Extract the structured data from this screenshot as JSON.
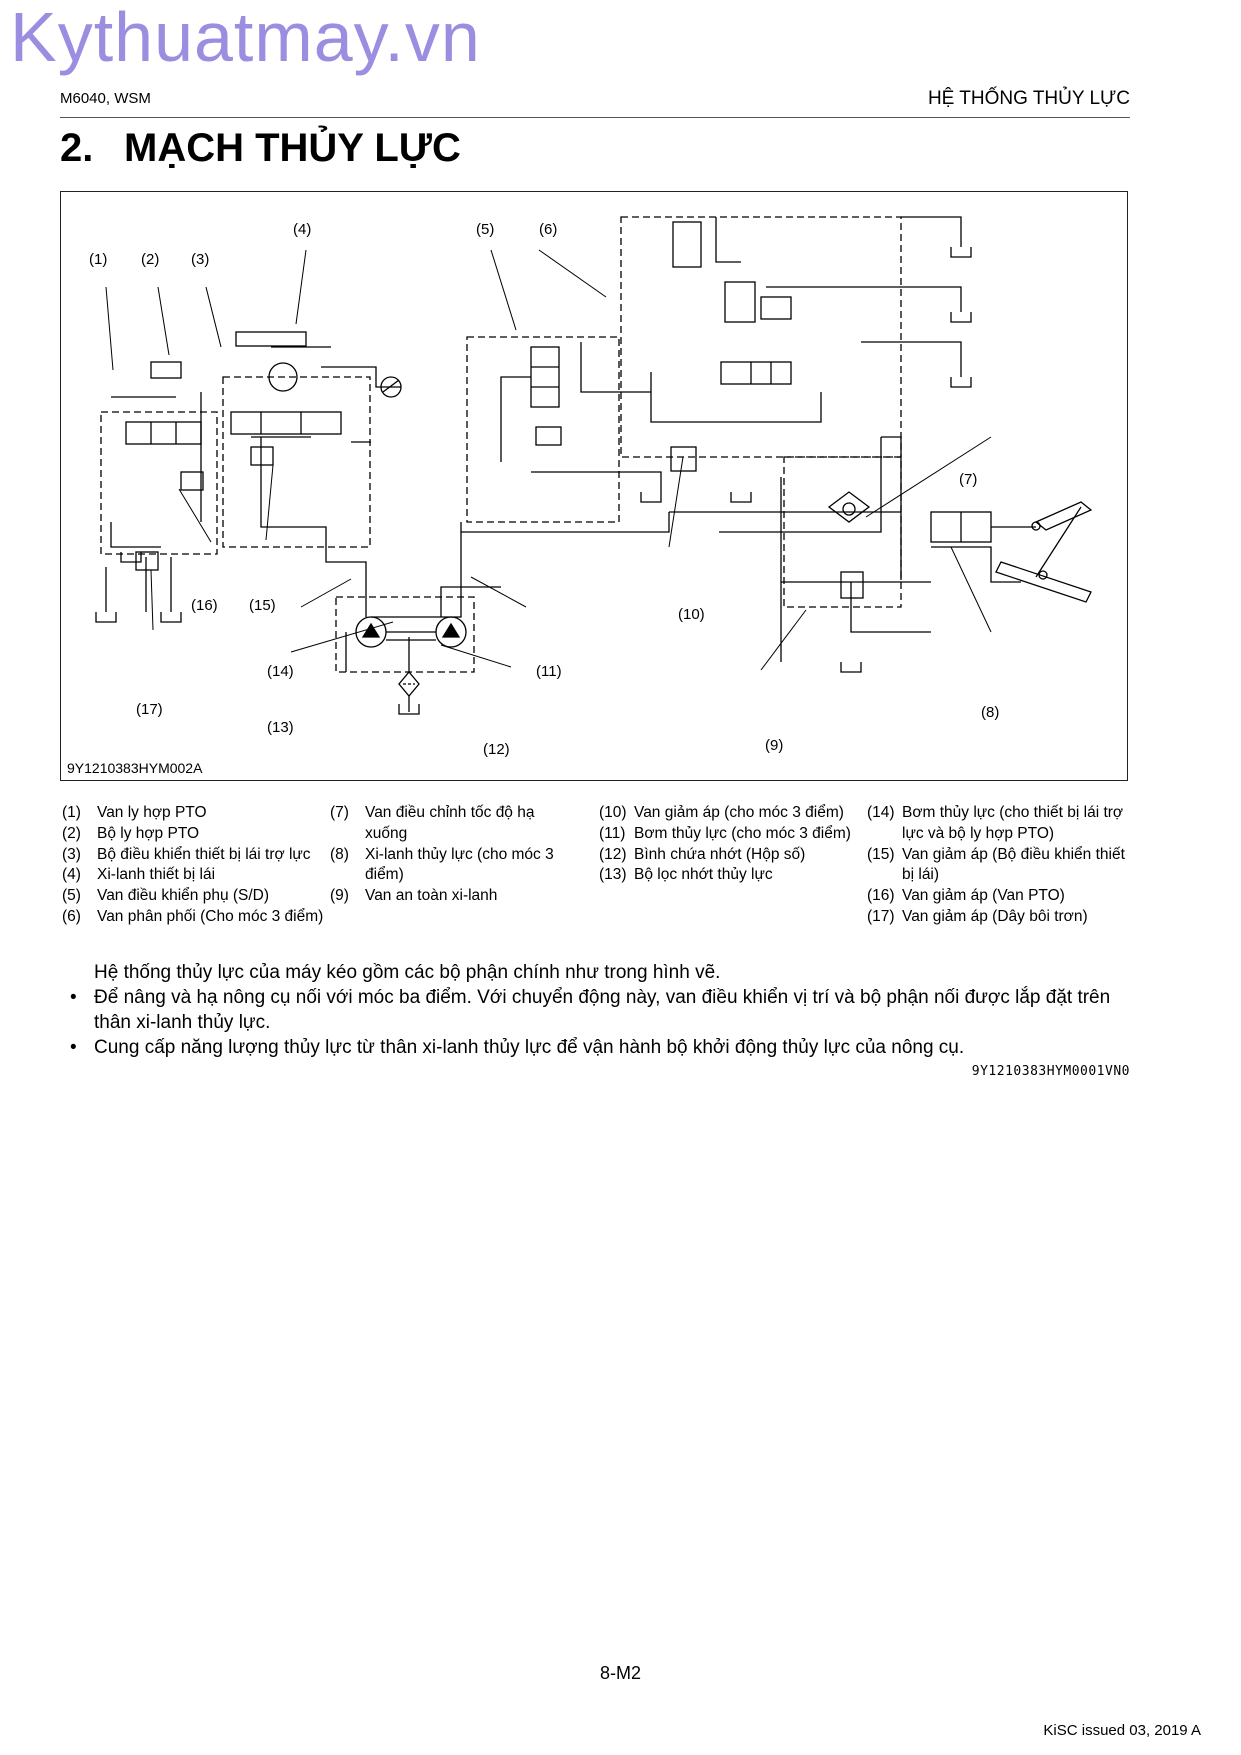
{
  "watermark": "Kythuatmay.vn",
  "header": {
    "model": "M6040, WSM",
    "section": "HỆ THỐNG THỦY LỰC"
  },
  "title": {
    "number": "2.",
    "text": "MẠCH THỦY LỰC"
  },
  "figure": {
    "code": "9Y1210383HYM002A",
    "callouts": [
      "(1)",
      "(2)",
      "(3)",
      "(4)",
      "(5)",
      "(6)",
      "(7)",
      "(8)",
      "(9)",
      "(10)",
      "(11)",
      "(12)",
      "(13)",
      "(14)",
      "(15)",
      "(16)",
      "(17)"
    ]
  },
  "legend": {
    "col1": [
      {
        "n": "(1)",
        "t": "Van ly hợp PTO"
      },
      {
        "n": "(2)",
        "t": "Bộ ly hợp PTO"
      },
      {
        "n": "(3)",
        "t": "Bộ điều khiển thiết bị lái trợ lực"
      },
      {
        "n": "(4)",
        "t": "Xi-lanh thiết bị lái"
      },
      {
        "n": "(5)",
        "t": "Van điều khiển phụ (S/D)"
      },
      {
        "n": "(6)",
        "t": "Van phân phối (Cho móc 3 điểm)"
      }
    ],
    "col2": [
      {
        "n": "(7)",
        "t": "Van điều chỉnh tốc độ hạ xuống"
      },
      {
        "n": "(8)",
        "t": "Xi-lanh thủy lực (cho móc 3 điểm)"
      },
      {
        "n": "(9)",
        "t": "Van an toàn xi-lanh"
      }
    ],
    "col3": [
      {
        "n": "(10)",
        "t": "Van giảm áp (cho móc 3 điểm)"
      },
      {
        "n": "(11)",
        "t": "Bơm thủy lực (cho móc 3 điểm)"
      },
      {
        "n": "(12)",
        "t": "Bình chứa nhớt (Hộp số)"
      },
      {
        "n": "(13)",
        "t": "Bộ lọc nhớt thủy lực"
      }
    ],
    "col4": [
      {
        "n": "(14)",
        "t": "Bơm thủy lực (cho thiết bị lái trợ lực và bộ ly hợp PTO)"
      },
      {
        "n": "(15)",
        "t": "Van giảm áp (Bộ điều khiển thiết bị lái)"
      },
      {
        "n": "(16)",
        "t": "Van giảm áp (Van PTO)"
      },
      {
        "n": "(17)",
        "t": "Van giảm áp (Dây bôi trơn)"
      }
    ]
  },
  "body": {
    "intro": "Hệ thống thủy lực của máy kéo gồm các bộ phận chính như trong hình vẽ.",
    "bullet_char": "•",
    "bullets": [
      "Để nâng và hạ nông cụ nối với móc ba điểm. Với chuyển động này, van điều khiển vị trí và bộ phận nối được lắp đặt trên thân xi-lanh thủy lực.",
      "Cung cấp năng lượng thủy lực từ thân xi-lanh thủy lực để vận hành bộ khởi động thủy lực của nông cụ."
    ],
    "code": "9Y1210383HYM0001VN0"
  },
  "footer": {
    "page": "8-M2",
    "issued": "KiSC issued 03, 2019 A"
  }
}
